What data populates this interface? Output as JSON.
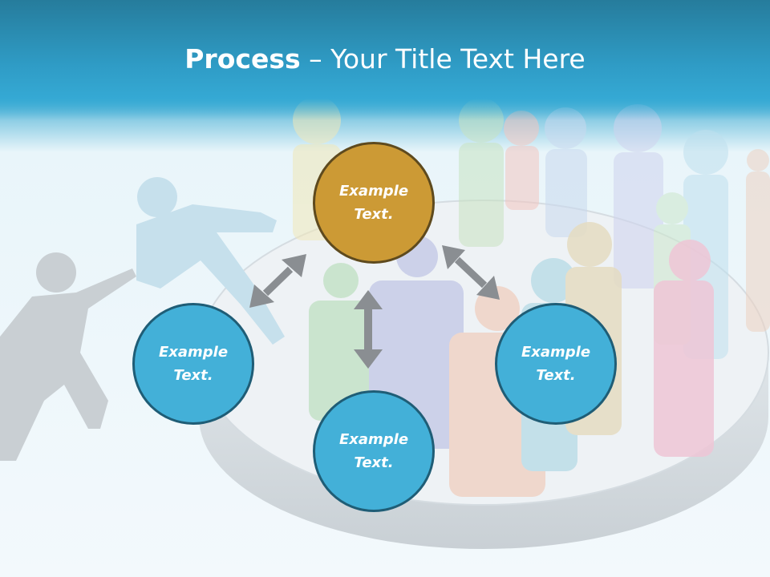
{
  "slide": {
    "title_bold": "Process",
    "title_rest": " – Your Title Text Here"
  },
  "nodes": {
    "top": {
      "label": "Example Text."
    },
    "left": {
      "label": "Example Text."
    },
    "right": {
      "label": "Example Text."
    },
    "bottom": {
      "label": "Example Text."
    }
  },
  "colors": {
    "header": "#2f9cc6",
    "node_top": "#cc9a35",
    "node_blue": "#43b0d8",
    "arrow": "#8a8e92"
  }
}
